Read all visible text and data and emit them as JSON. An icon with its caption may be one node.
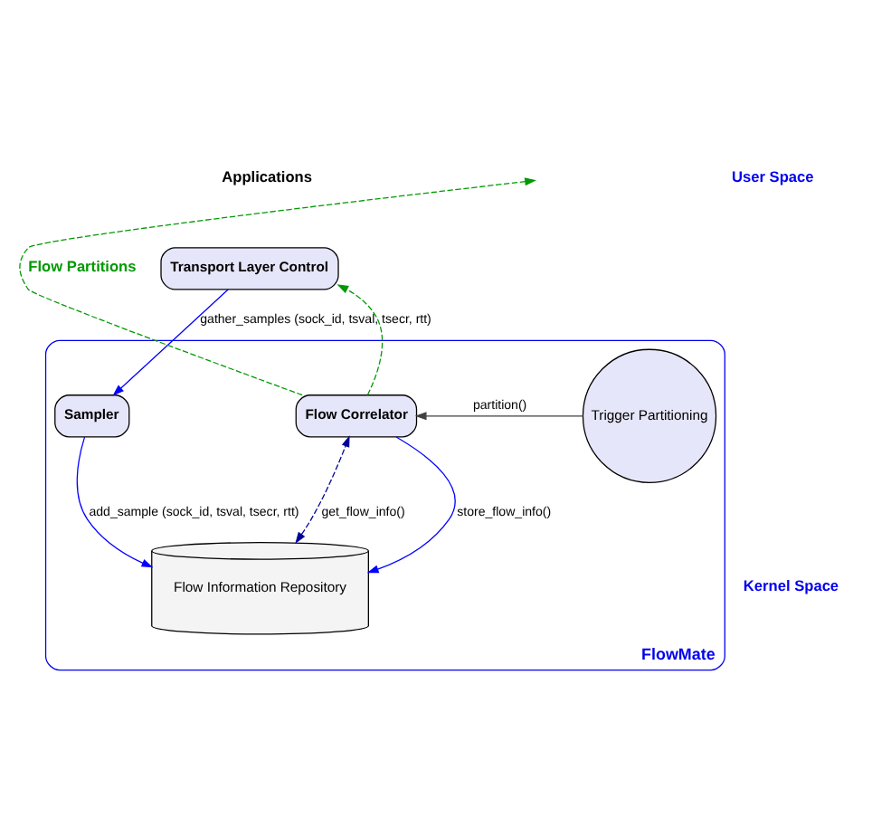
{
  "diagram": {
    "nodes": [
      {
        "text": [
          "Transport Layer Control"
        ]
      },
      {
        "text": [
          "FlowMate"
        ]
      },
      {
        "text": [
          "Sampler"
        ],
        "in": 1
      },
      {
        "text": [
          "Flow Correlator"
        ],
        "in": 1
      },
      {
        "text": [
          "Trigger Partitioning"
        ],
        "in": 1
      },
      {
        "text": [
          "Flow Information Repository"
        ],
        "in": 1
      }
    ],
    "edges": [
      {
        "from": 0,
        "to": 2,
        "arrow": "to",
        "label": "gather_samples (sock_id, tsval, tsecr, rtt)"
      },
      {
        "from": 2,
        "to": 5,
        "arrow": "to",
        "label": "add_sample (sock_id, tsval, tsecr, rtt)"
      },
      {
        "from": 3,
        "to": 5,
        "arrow": "to",
        "label": "store_flow_info()"
      },
      {
        "from": 5,
        "to": 3,
        "arrow": "both",
        "label": "get_flow_info()",
        "style": "dashed",
        "color": "#000099"
      },
      {
        "from": 4,
        "to": 3,
        "arrow": "to",
        "label": "partition()",
        "color": "#404040"
      },
      {
        "from": 3,
        "to": 0,
        "arrow": "to",
        "style": "dashed",
        "color": "#009900"
      },
      {
        "from": 3,
        "to": null,
        "arrow": "to",
        "label": "Flow Partitions",
        "style": "dashed",
        "color": "#009900"
      }
    ],
    "labels": [
      "Applications",
      "User Space",
      "Kernel Space"
    ]
  }
}
